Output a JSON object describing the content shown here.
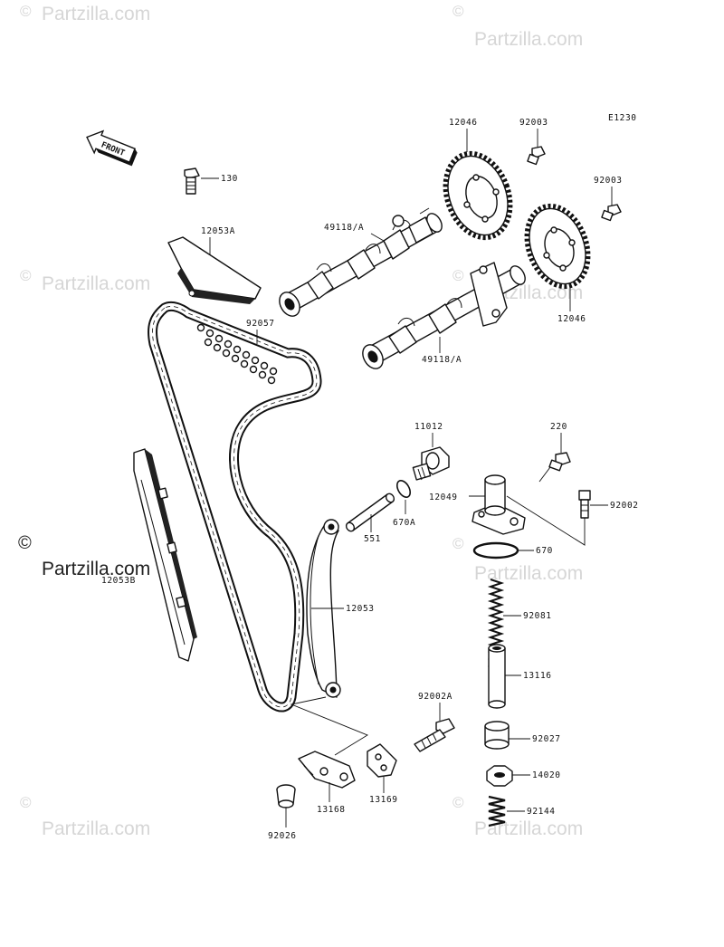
{
  "watermark": {
    "copyright": "©",
    "text": "Partzilla.com"
  },
  "diagram_code": "E1230",
  "front_badge": "FRONT",
  "labels": {
    "p12046_top": "12046",
    "p92003_top": "92003",
    "p92003_right": "92003",
    "p130": "130",
    "p12053a": "12053A",
    "p49118a_top": "49118/A",
    "p92057": "92057",
    "p12046_bottom": "12046",
    "p49118a_bottom": "49118/A",
    "p11012": "11012",
    "p220": "220",
    "p12049": "12049",
    "p92002": "92002",
    "p670a": "670A",
    "p551": "551",
    "p670": "670",
    "p12053b": "12053B",
    "p12053": "12053",
    "p92081": "92081",
    "p13116": "13116",
    "p92002a": "92002A",
    "p92027": "92027",
    "p14020": "14020",
    "p92144": "92144",
    "p13168": "13168",
    "p13169": "13169",
    "p92026": "92026"
  }
}
